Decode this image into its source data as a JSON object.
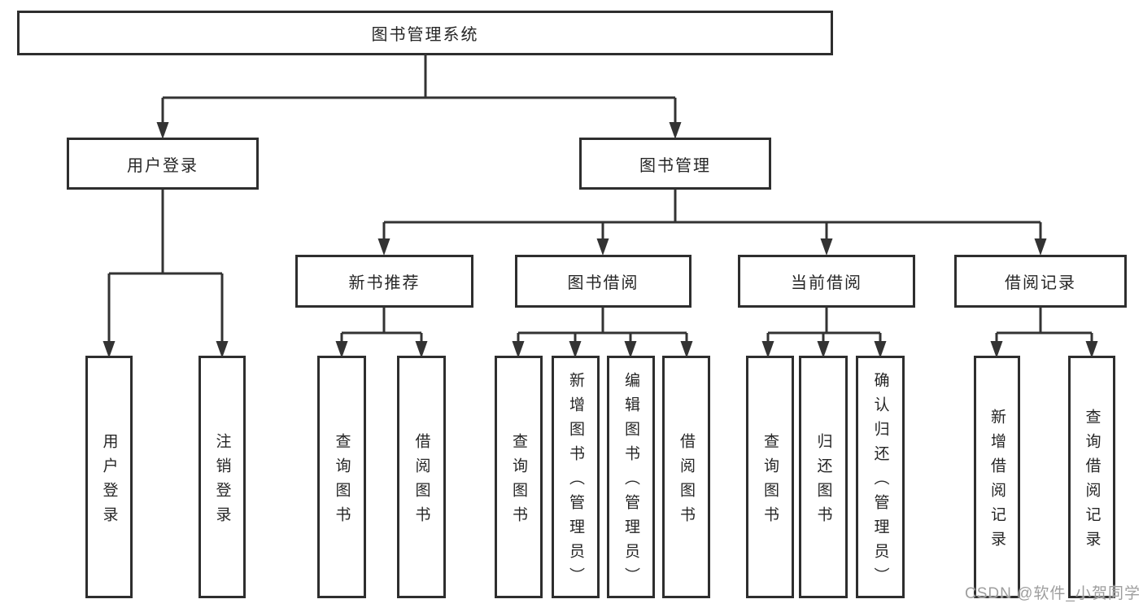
{
  "watermark": "CSDN @软件_小贺同学",
  "tree": {
    "root": {
      "label": "图书管理系统"
    },
    "children": [
      {
        "label": "用户登录",
        "children": [
          {
            "label": "用户登录"
          },
          {
            "label": "注销登录"
          }
        ]
      },
      {
        "label": "图书管理",
        "children": [
          {
            "label": "新书推荐",
            "children": [
              {
                "label": "查询图书"
              },
              {
                "label": "借阅图书"
              }
            ]
          },
          {
            "label": "图书借阅",
            "children": [
              {
                "label": "查询图书"
              },
              {
                "label": "新增图书（管理员）"
              },
              {
                "label": "编辑图书（管理员）"
              },
              {
                "label": "借阅图书"
              }
            ]
          },
          {
            "label": "当前借阅",
            "children": [
              {
                "label": "查询图书"
              },
              {
                "label": "归还图书"
              },
              {
                "label": "确认归还（管理员）"
              }
            ]
          },
          {
            "label": "借阅记录",
            "children": [
              {
                "label": "新增借阅记录"
              },
              {
                "label": "查询借阅记录"
              }
            ]
          }
        ]
      }
    ]
  }
}
